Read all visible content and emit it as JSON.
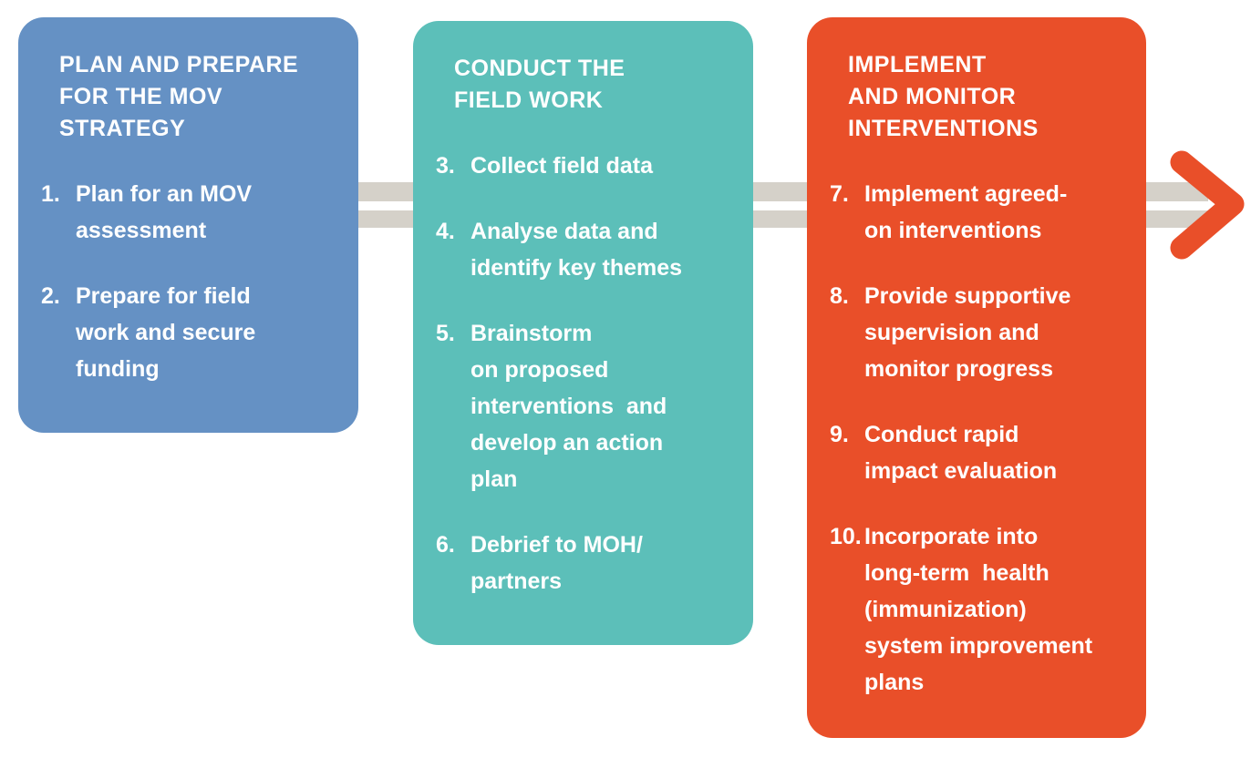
{
  "diagram": {
    "name": "MOV strategy process flow",
    "connector": {
      "type": "double-gray-band",
      "direction": "right"
    }
  },
  "colors": {
    "blue": "#6591C4",
    "teal": "#5CBFB9",
    "orange": "#E94F29",
    "band_gray": "#D5D1C9",
    "text": "#FFFFFF",
    "background": "#FFFFFF"
  },
  "flow": {
    "columns": [
      {
        "id": "plan-and-prepare",
        "color": "#6591C4",
        "title": "PLAN AND PREPARE\nFOR THE MOV\nSTRATEGY",
        "items": [
          {
            "num": "1.",
            "text": "Plan for an MOV\nassessment"
          },
          {
            "num": "2.",
            "text": "Prepare for field\nwork and secure\nfunding"
          }
        ]
      },
      {
        "id": "conduct-field-work",
        "color": "#5CBFB9",
        "title": "CONDUCT THE\nFIELD WORK",
        "items": [
          {
            "num": "3.",
            "text": "Collect field data"
          },
          {
            "num": "4.",
            "text": "Analyse data and\nidentify key themes"
          },
          {
            "num": "5.",
            "text": "Brainstorm\non proposed\ninterventions  and\ndevelop an action\nplan"
          },
          {
            "num": "6.",
            "text": "Debrief to MOH/\npartners"
          }
        ]
      },
      {
        "id": "implement-and-monitor",
        "color": "#E94F29",
        "title": "IMPLEMENT\nAND MONITOR\nINTERVENTIONS",
        "items": [
          {
            "num": "7.",
            "text": "Implement agreed-\non interventions"
          },
          {
            "num": "8.",
            "text": "Provide supportive\nsupervision and\nmonitor progress"
          },
          {
            "num": "9.",
            "text": "Conduct rapid\nimpact evaluation"
          },
          {
            "num": "10.",
            "text": "Incorporate into\nlong-term  health\n(immunization)\nsystem improvement\nplans"
          }
        ]
      }
    ]
  }
}
